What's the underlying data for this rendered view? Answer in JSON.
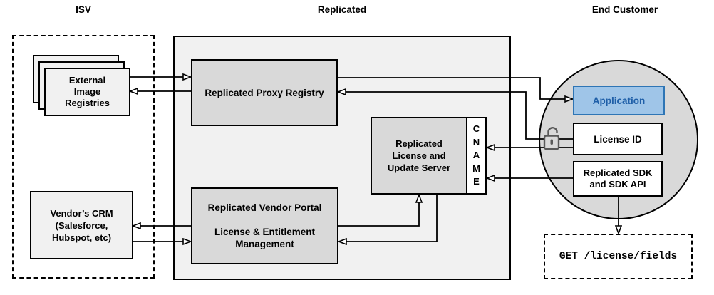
{
  "lanes": {
    "isv": "ISV",
    "replicated": "Replicated",
    "end_customer": "End Customer"
  },
  "isv": {
    "registries": [
      "External",
      "Image",
      "Registries"
    ],
    "crm": [
      "Vendor’s CRM",
      "(Salesforce,",
      "Hubspot, etc)"
    ]
  },
  "replicated": {
    "proxy_registry": "Replicated Proxy Registry",
    "license_server": [
      "Replicated",
      "License and",
      "Update Server"
    ],
    "cname": [
      "C",
      "N",
      "A",
      "M",
      "E"
    ],
    "vendor_portal": [
      "Replicated Vendor Portal",
      "",
      "License & Entitlement",
      "Management"
    ]
  },
  "end_customer": {
    "application": "Application",
    "license_id": "License ID",
    "sdk": [
      "Replicated SDK",
      "and SDK API"
    ],
    "api_request": "GET /license/fields"
  },
  "icons": {
    "license_auth": "unlocked-padlock-icon"
  },
  "colors": {
    "panel_fill": "#f1f1f1",
    "node_fill": "#d9d9d9",
    "circle_fill": "#d9d9d9",
    "application_fill": "#9fc5e8",
    "application_border": "#2e75b5",
    "application_text": "#1f5fa8",
    "line": "#000000",
    "lock": "#595959"
  },
  "edges": [
    {
      "from": "external-image-registries",
      "to": "replicated-proxy-registry"
    },
    {
      "from": "replicated-proxy-registry",
      "to": "external-image-registries"
    },
    {
      "from": "replicated-vendor-portal",
      "to": "vendors-crm"
    },
    {
      "from": "vendors-crm",
      "to": "replicated-vendor-portal"
    },
    {
      "from": "replicated-vendor-portal",
      "to": "replicated-license-update-server"
    },
    {
      "from": "replicated-license-update-server",
      "to": "replicated-vendor-portal"
    },
    {
      "from": "replicated-proxy-registry",
      "to": "application"
    },
    {
      "from": "license-id",
      "to": "replicated-proxy-registry"
    },
    {
      "from": "license-id",
      "to": "cname"
    },
    {
      "from": "replicated-sdk",
      "to": "cname"
    },
    {
      "from": "replicated-sdk",
      "to": "api-request"
    }
  ]
}
